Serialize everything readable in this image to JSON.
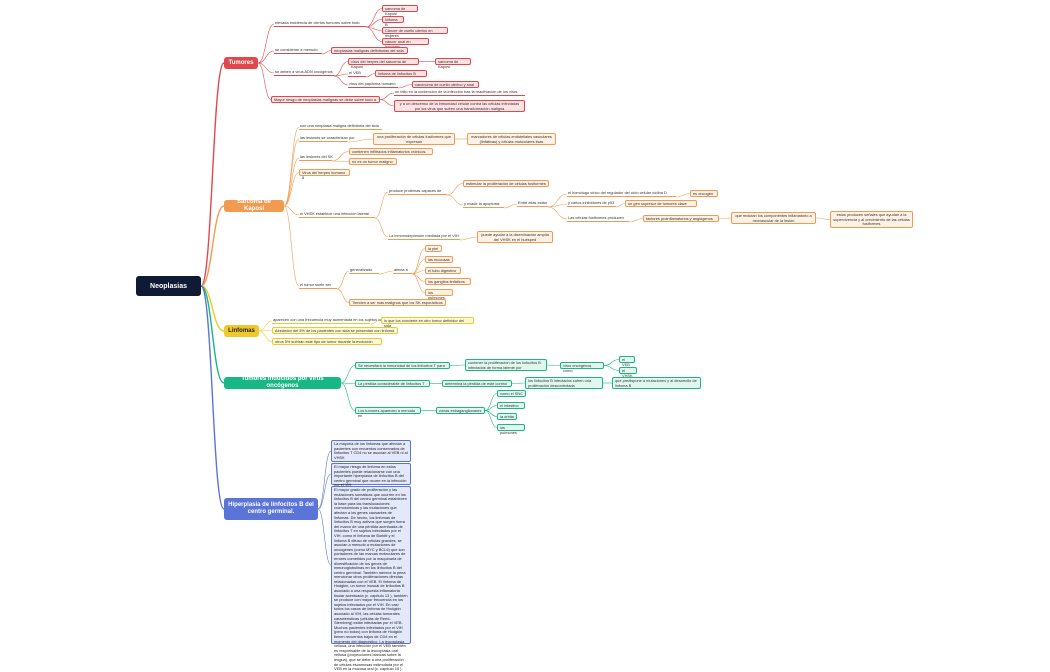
{
  "root": "Neoplasias",
  "colors": {
    "red": "#e2474d",
    "orange": "#f29a50",
    "yellow": "#efc92b",
    "green": "#18b884",
    "blue": "#5b74d8",
    "root": "#0f1a34"
  },
  "tumores": {
    "title": "Tumores",
    "n1": "elevada incidencia de ciertos tumores sobre todo",
    "n1a": "sarcoma de Kaposi",
    "n1b": "linfoma B",
    "n1c": "Cáncer de cuello uterino en mujeres",
    "n1d": "cáncer anal en hombres",
    "n2": "se consideran a menudo",
    "n2a": "neoplasias malignas definitorias del sida",
    "n3": "se deben a  virus ADN oncógenos",
    "n3a": "virus del herpes del sarcoma de Kaposi",
    "n3a1": "sarcoma de Kaposi",
    "n3b": "el VEB",
    "n3b1": "linfoma de linfocitos B",
    "n3c": "virus del papiloma humano",
    "n3c1": "carcinoma de cuello uterino y anal",
    "n4": "Mayor riesgo de neoplasias malignas se debe sobre todo a",
    "n4a": "un fallo en la contención de la infección tras la reactivación de los virus.",
    "n4b": "y a un descenso de la inmunidad celular contra las células infectadas por los virus que sufren una transformación maligna"
  },
  "kaposi": {
    "title": "Sarcoma de Kaposi",
    "k1": "son una neoplasia maligna definitoria del sida",
    "k2": "las lesiones se caracterizan por",
    "k2a": "una proliferación de células fusiformes que expresan",
    "k2a1": "marcadores de células endoteliales vasculares (linfáticas) y células musculares lisas",
    "k3": "las lesiones del SK",
    "k3a": "contienen infiltrados inflamatorios crónicos.",
    "k3b": "no es un tumor maligno",
    "k4": "Virus del herpes humano 8",
    "k5": "el VHSK establece una infección latente",
    "k5a": "produce  proteínas capaces de",
    "k5a1": "estimular la proliferación de células fusiformes",
    "k5a2": "y evadir la apoptosis",
    "k5a2a": "Entre ellas están",
    "k5a2a1": "el homólogo vírico del regulador del ciclo celular ciclina D",
    "k5a2a1x": "es oncogén",
    "k5a2a2": "y varios inhibidores de p53",
    "k5a2a2x": "un gen supresor de tumores clave",
    "k5a2a3": "Las células fusiformes producen",
    "k5a2a3x": "factores proinflamatorios y angiógenos",
    "k5a2a3y": "que reclutan los componentes inflamatorio a neovascular de la lesión",
    "k5a2a3z": "estos producen señales que ayudan a la supervivencia y al crecimiento de las células fusiformes",
    "k5b": "La inmunodepresión mediada por el VIH",
    "k5b1": "puede ayudar a la diseminación amplia del VHSK en el huésped",
    "k6": "el tumor suele ser",
    "k6a": "generalizado",
    "k6a1": "afecta a",
    "k6a1a": "la piel",
    "k6a1b": "las mucosas",
    "k6a1c": "el tubo digestivo",
    "k6a1d": "los ganglios linfáticos",
    "k6a1e": "los pulmones.",
    "k6b": "Tienden a ser más malignos que los SK esporádicos"
  },
  "linfomas": {
    "title": "Linfomas",
    "l1": "aparecen con una frecuencia muy aumentada en los sujetos con sida",
    "l1a": "lo que los convierte en otro tumor definidor del sida",
    "l2": "Alrededor del 5% de los pacientes con sida se presentan con linfoma",
    "l3": "otros 5% sufrirán este tipo de tumor durante la evolución"
  },
  "oncogenos": {
    "title": "Tumores inducidos por virus oncógenos",
    "v1": "Se necesitará la inmunidad de los linfocitos T para",
    "v1a": "contener la proliferación de los linfocitos B infectados de forma latente por",
    "v1a1": "virus oncógenos como",
    "v1a1a": "el VEB",
    "v1a1b": "el VHSK",
    "v2": "La pérdida considerable de linfocitos T",
    "v2a": "determina la pérdida de este control",
    "v2a1": "los linfocitos B infectados sufren una proliferación descontrolada",
    "v2a1a": "que predispone a mutaciones y al desarrollo de linfoma B",
    "v3": "Los tumores aparecen a menudo en",
    "v3a": "zonas extraganglionares",
    "v3a1": "como el SNC",
    "v3a2": "el intestino",
    "v3a3": "la órbita",
    "v3a4": "los pulmones"
  },
  "hiperplasia": {
    "title": "Hiperplasia de linfocitos B del centro germinal.",
    "h1": "La mayoría de los linfomas que afectan a pacientes con recuentos conservados de linfocitos T CD4 no se asocian al VEB ni al VHSK",
    "h2": "El mayor riesgo de linfoma en estos pacientes puede relacionarse con una importante hiperplasia de linfocitos B del centro germinal que ocurre en la infección por el VIH.",
    "h3": "El mayor grado de proliferación y las mutaciones somáticas que ocurren en los linfocitos B del centro germinal establecen la base para las translocaciones cromosómicas y las mutaciones que afectan a los genes causantes de linfomas. De hecho, los linfomas de linfocitos B muy activos que surgen fuera del marco de una pérdida acentuada de linfocitos T en sujetos infectados por el VIH, como el linfoma de Burkitt y el linfoma B difuso de células grandes, se asocian a menudo a mutaciones de oncogenes (como MYC y BCL6) que son portadores de las marcas moleculares de errores cometidos por la maquinaria de diversificación de los genes de inmunoglobulinas en los linfocitos B del centro germinal. También merece la pena mencionar otros proliferaciones directas relacionadas con el VEB. El  linfoma de Hodgkin,  un tumor inusual de linfocitos B asociado a una respuesta inflamatoria tisular acentuada (c. capítulo 13 ), también se produce con mayor frecuencia en los sujetos infectados por el VIH. En casi todos los casos de linfoma de Hodgkin asociado al VIH, las células tumorales características (células de Reed-Sternberg) están infectadas por el VEB. Muchos pacientes infectados por el VIH (pero no todos) con linfoma de Hodgkin tienen recuentos bajos de CD4 en el momento del diagnóstico. La leucoplasia vellosa, una infección por el VEB también es responsable de la leucoplasia oral vellosa (proyecciones blancas sobre la lengua), que se debe a una proliferación de células escamosas estimulada por el VEB en la mucosa oral (c. capítulo 15 )."
  }
}
